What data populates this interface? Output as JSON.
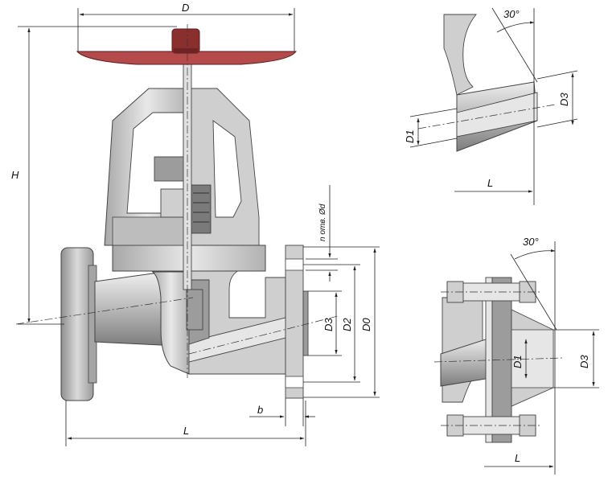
{
  "labels": {
    "wheel_diameter": "D",
    "height": "H",
    "length": "L",
    "holes": "n отв. Ød",
    "d3": "D3",
    "d2": "D2",
    "d0": "D0",
    "d1": "D1",
    "flange_thickness": "b",
    "angle_top": "30°",
    "angle_bottom": "30°",
    "length_top_right": "L",
    "length_bottom_right": "L",
    "d3_top_right": "D3",
    "d1_top_right": "D1",
    "d3_bottom_right": "D3",
    "d1_bottom_right": "D1"
  },
  "colors": {
    "handwheel": "#b54a4a",
    "metal": "#cfcfcf",
    "metal_dark": "#9c9c9c"
  }
}
